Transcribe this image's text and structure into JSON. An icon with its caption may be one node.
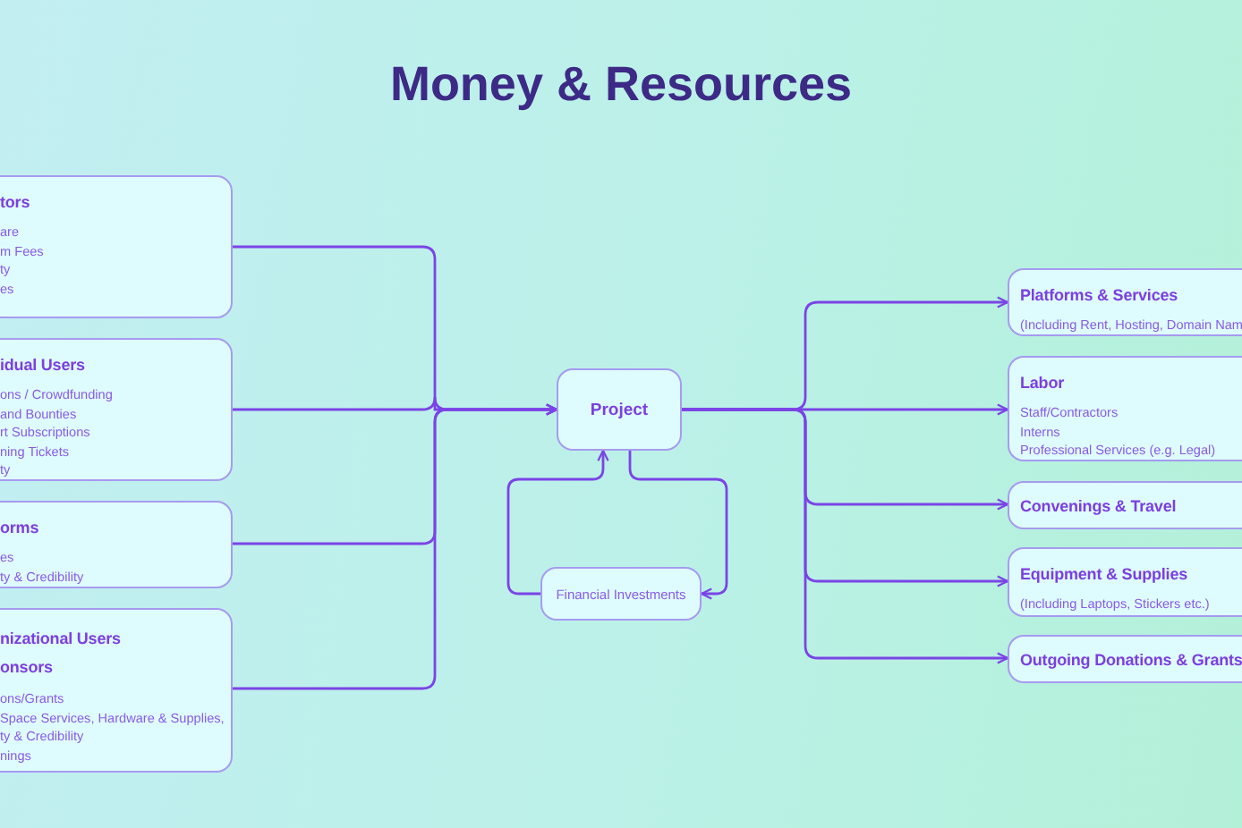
{
  "diagram": {
    "title": "Money & Resources",
    "nodes": [
      {
        "text": [
          "tors",
          "are",
          "m Fees",
          "ty",
          "es"
        ]
      },
      {
        "text": [
          "idual Users",
          "ons / Crowdfunding",
          "and Bounties",
          "rt Subscriptions",
          "ning Tickets",
          "ty"
        ]
      },
      {
        "text": [
          "orms",
          "es",
          "ty & Credibility"
        ]
      },
      {
        "text": [
          "nizational Users onsors",
          "ons/Grants",
          "Space Services, Hardware & Supplies,",
          "ty & Credibility",
          "nings"
        ]
      },
      {
        "text": [
          "Project"
        ]
      },
      {
        "text": [
          "Financial Investments"
        ]
      },
      {
        "text": [
          "Platforms & Services",
          "(Including Rent, Hosting, Domain Nam"
        ]
      },
      {
        "text": [
          "Labor",
          "Staff/Contractors",
          "Interns",
          "Professional Services (e.g. Legal)"
        ]
      },
      {
        "text": [
          "Convenings & Travel"
        ]
      },
      {
        "text": [
          "Equipment & Supplies",
          "(Including Laptops, Stickers etc.)"
        ]
      },
      {
        "text": [
          "Outgoing Donations & Grants"
        ]
      }
    ],
    "edges": [
      {
        "from": 0,
        "to": 4,
        "arrow": "to"
      },
      {
        "from": 1,
        "to": 4,
        "arrow": "to"
      },
      {
        "from": 2,
        "to": 4,
        "arrow": "to"
      },
      {
        "from": 3,
        "to": 4,
        "arrow": "to"
      },
      {
        "from": 4,
        "to": 6,
        "arrow": "to"
      },
      {
        "from": 4,
        "to": 7,
        "arrow": "to"
      },
      {
        "from": 4,
        "to": 8,
        "arrow": "to"
      },
      {
        "from": 4,
        "to": 9,
        "arrow": "to"
      },
      {
        "from": 4,
        "to": 10,
        "arrow": "to"
      },
      {
        "from": 4,
        "to": 5,
        "arrow": "to"
      },
      {
        "from": 5,
        "to": 4,
        "arrow": "to"
      }
    ]
  }
}
